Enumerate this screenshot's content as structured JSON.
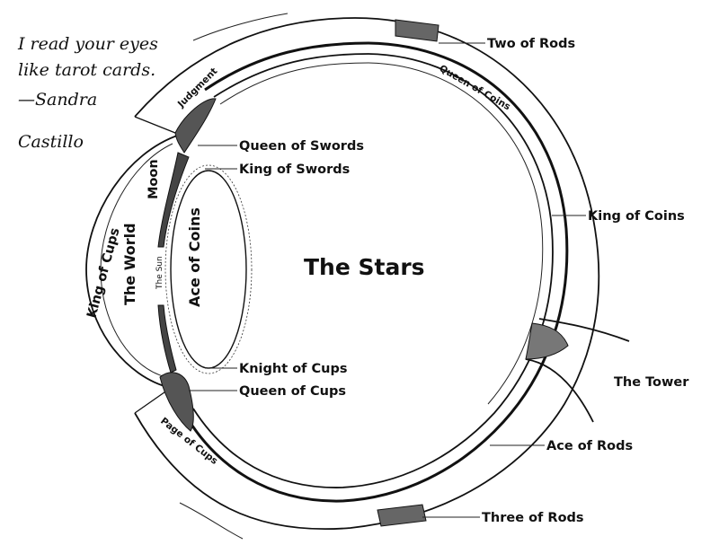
{
  "quote": {
    "line1": "I read your eyes",
    "line2": "like tarot cards.",
    "line3": "—Sandra",
    "line4": "Castillo"
  },
  "labels": {
    "two_of_rods": "Two of Rods",
    "queen_of_coins": "Queen of Coins",
    "judgment": "Judgment",
    "queen_of_swords": "Queen of Swords",
    "king_of_swords": "King of Swords",
    "king_of_coins": "King of Coins",
    "moon": "Moon",
    "king_of_cups": "King of Cups",
    "the_world": "The World",
    "the_sun": "The Sun",
    "ace_of_coins": "Ace of Coins",
    "the_stars": "The Stars",
    "knight_of_cups": "Knight of Cups",
    "queen_of_cups": "Queen of Cups",
    "the_tower": "The Tower",
    "page_of_cups": "Page of Cups",
    "ace_of_rods": "Ace of Rods",
    "three_of_rods": "Three of Rods"
  }
}
